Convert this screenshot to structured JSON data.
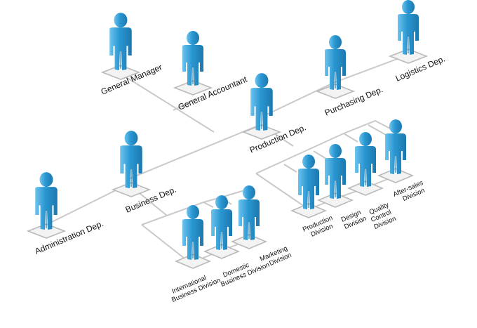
{
  "colors": {
    "figure": "#2a97d2",
    "figure_dark": "#1c78ae",
    "figure_light": "#6cc3ee",
    "line": "#c9c9c9",
    "base": "#b9b9b9",
    "text": "#111111"
  },
  "labels": {
    "general_manager": "General Manager",
    "general_accountant": "General Accountant",
    "production_dep": "Production Dep.",
    "purchasing_dep": "Purchasing Dep.",
    "logistics_dep": "Logistics Dep.",
    "business_dep": "Business Dep.",
    "administration_dep": "Administration Dep.",
    "international": [
      "International",
      "Business Division"
    ],
    "domestic": [
      "Domestic",
      "Business Division"
    ],
    "marketing": [
      "Marketing",
      "Division"
    ],
    "production_div": [
      "Production",
      "Division"
    ],
    "design_div": [
      "Design",
      "Division"
    ],
    "quality_div": [
      "Quality",
      "Control",
      "Division"
    ],
    "aftersales_div": [
      "After-sales",
      "Division"
    ]
  }
}
